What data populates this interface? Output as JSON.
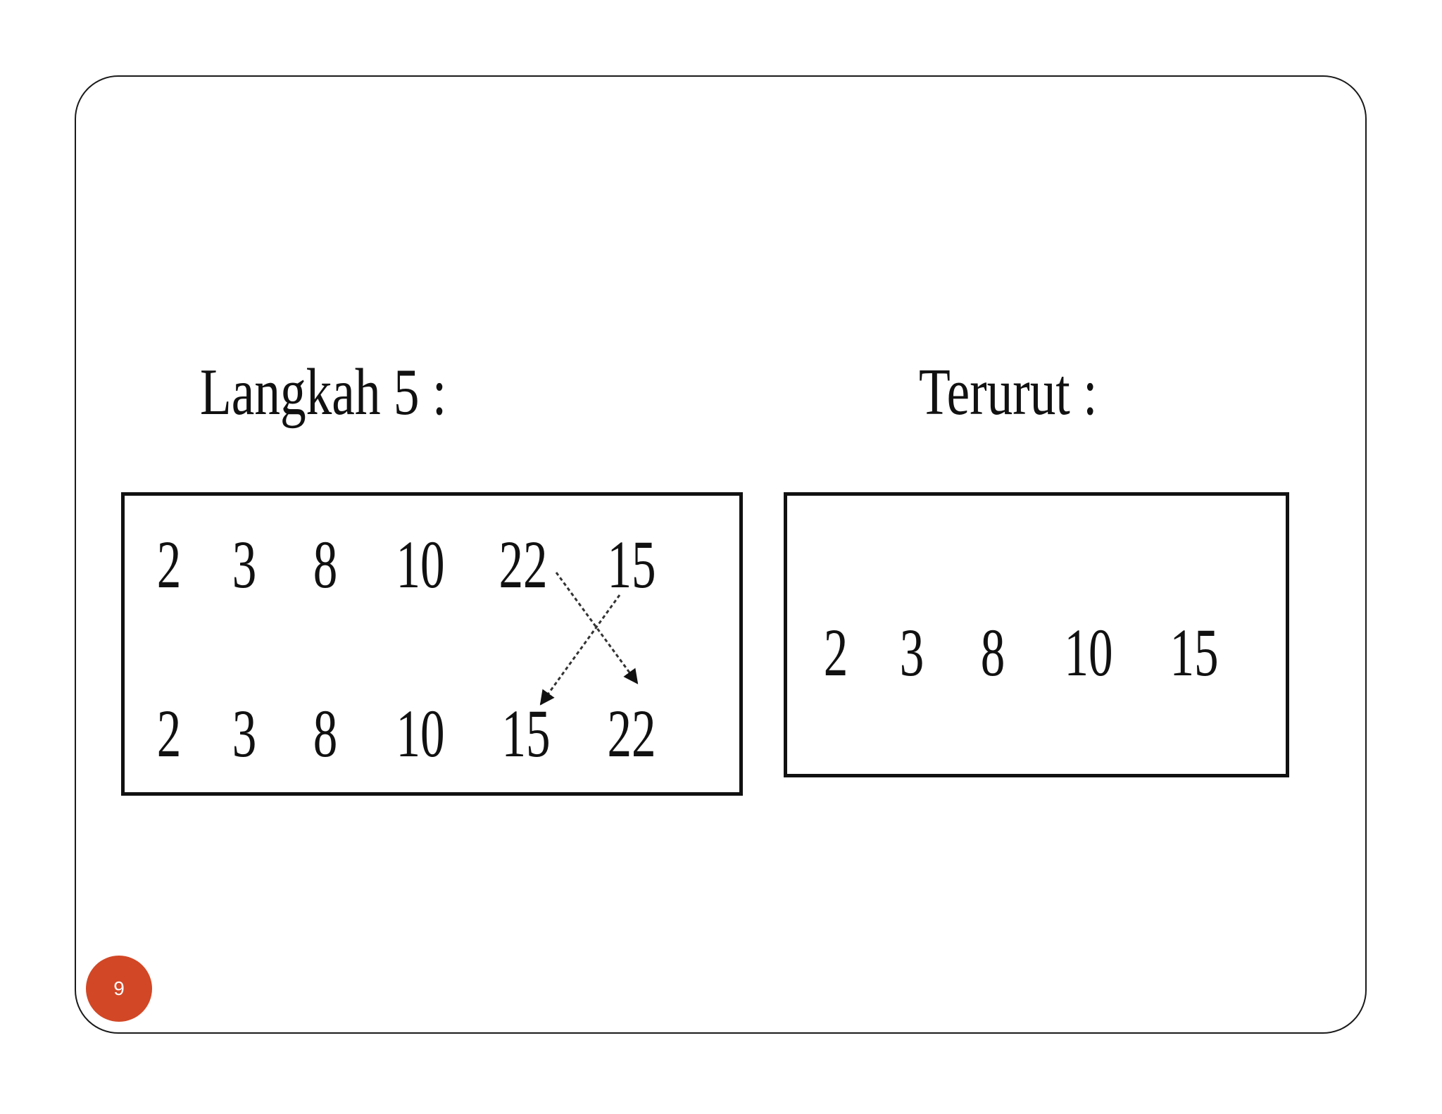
{
  "step_panel": {
    "heading": "Langkah 5 :",
    "before": [
      "2",
      "3",
      "8",
      "10",
      "22",
      "15"
    ],
    "after": [
      "2",
      "3",
      "8",
      "10",
      "15",
      "22"
    ],
    "swap_from_index": 4,
    "swap_to_index": 5
  },
  "sorted_panel": {
    "heading": "Terurut :",
    "values": [
      "2",
      "3",
      "8",
      "10",
      "15"
    ]
  },
  "slide_number": "9",
  "colors": {
    "frame": "#1a1a1a",
    "text": "#111111",
    "badge": "#d24726",
    "arrow": "#333333"
  }
}
